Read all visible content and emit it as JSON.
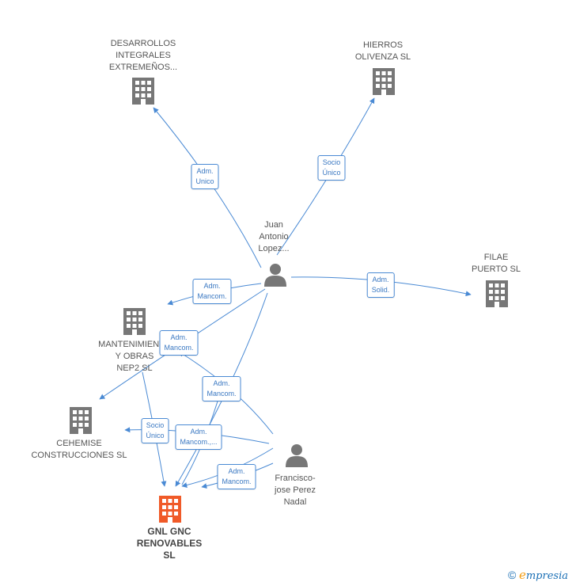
{
  "nodes": {
    "desarrollos": {
      "label": [
        "DESARROLLOS",
        "INTEGRALES",
        "EXTREMEÑOS..."
      ]
    },
    "hierros": {
      "label": [
        "HIERROS",
        "OLIVENZA  SL"
      ]
    },
    "juan": {
      "label": [
        "Juan",
        "Antonio",
        "Lopez..."
      ]
    },
    "filae": {
      "label": [
        "FILAE",
        "PUERTO  SL"
      ]
    },
    "mantenimientos": {
      "label": [
        "MANTENIMIENT...",
        "Y OBRAS",
        "NEP2  SL"
      ]
    },
    "cehemise": {
      "label": [
        "CEHEMISE",
        "CONSTRUCCIONES SL"
      ]
    },
    "francisco": {
      "label": [
        "Francisco-",
        "jose Perez",
        "Nadal"
      ]
    },
    "gnl": {
      "label": [
        "GNL GNC",
        "RENOVABLES",
        "SL"
      ]
    }
  },
  "edge_labels": {
    "e1": [
      "Adm.",
      "Unico"
    ],
    "e2": [
      "Socio",
      "Único"
    ],
    "e3": [
      "Adm.",
      "Solid."
    ],
    "e4": [
      "Adm.",
      "Mancom."
    ],
    "e5": [
      "Adm.",
      "Mancom."
    ],
    "e6": [
      "Adm.",
      "Mancom."
    ],
    "e7": [
      "Socio",
      "Único"
    ],
    "e8": [
      "Adm.",
      "Mancom.,..."
    ],
    "e9": [
      "Adm.",
      "Mancom."
    ]
  },
  "brand": {
    "copyright": "©",
    "e": "e",
    "rest": "mpresia"
  },
  "colors": {
    "edge": "#4a8ad4",
    "building": "#777777",
    "highlight": "#f05a28",
    "person": "#777777"
  }
}
